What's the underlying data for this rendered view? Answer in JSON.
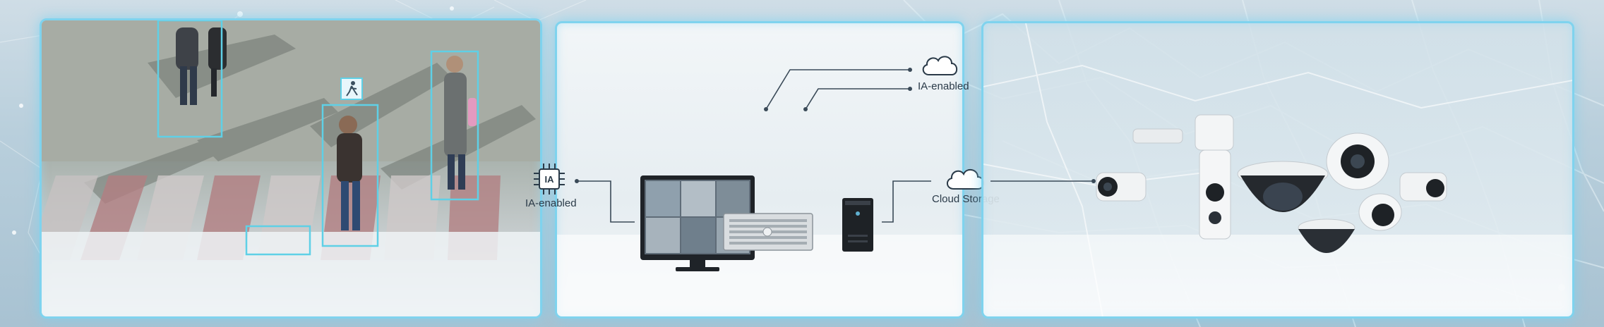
{
  "nodes": {
    "ia_left": {
      "icon_text": "IA",
      "label": "IA-enabled"
    },
    "ia_top": {
      "label": "IA-enabled"
    },
    "cloud_storage": {
      "label": "Cloud Storage"
    }
  },
  "colors": {
    "panel_border": "#7fd3ee",
    "connector": "#3a4a58",
    "detection_box": "#5fd0e6",
    "icon_dark": "#2a3a48"
  },
  "icons": [
    "pedestrian-icon",
    "ai-chip-icon",
    "cloud-icon",
    "monitor-icon",
    "nvr-icon",
    "tower-pc-icon",
    "camera-icon"
  ]
}
